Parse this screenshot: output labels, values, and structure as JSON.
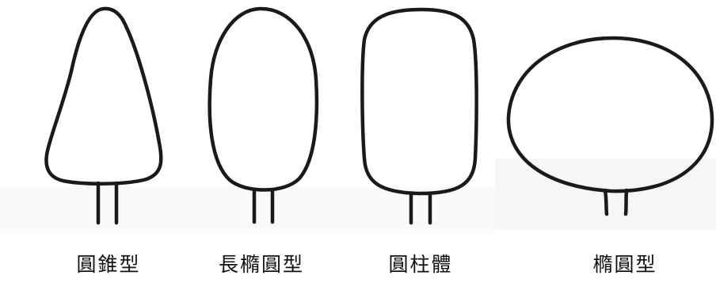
{
  "figure": {
    "shapes": [
      {
        "id": "cone",
        "label": "圓錐型"
      },
      {
        "id": "long-ellipsoid",
        "label": "長橢圓型"
      },
      {
        "id": "cylinder",
        "label": "圓柱體"
      },
      {
        "id": "ellipsoid",
        "label": "橢圓型"
      }
    ]
  },
  "colors": {
    "stroke": "#1a1a1a",
    "background": "#ffffff",
    "scan_tint": "#f2f2f2",
    "caption": "#111111"
  }
}
